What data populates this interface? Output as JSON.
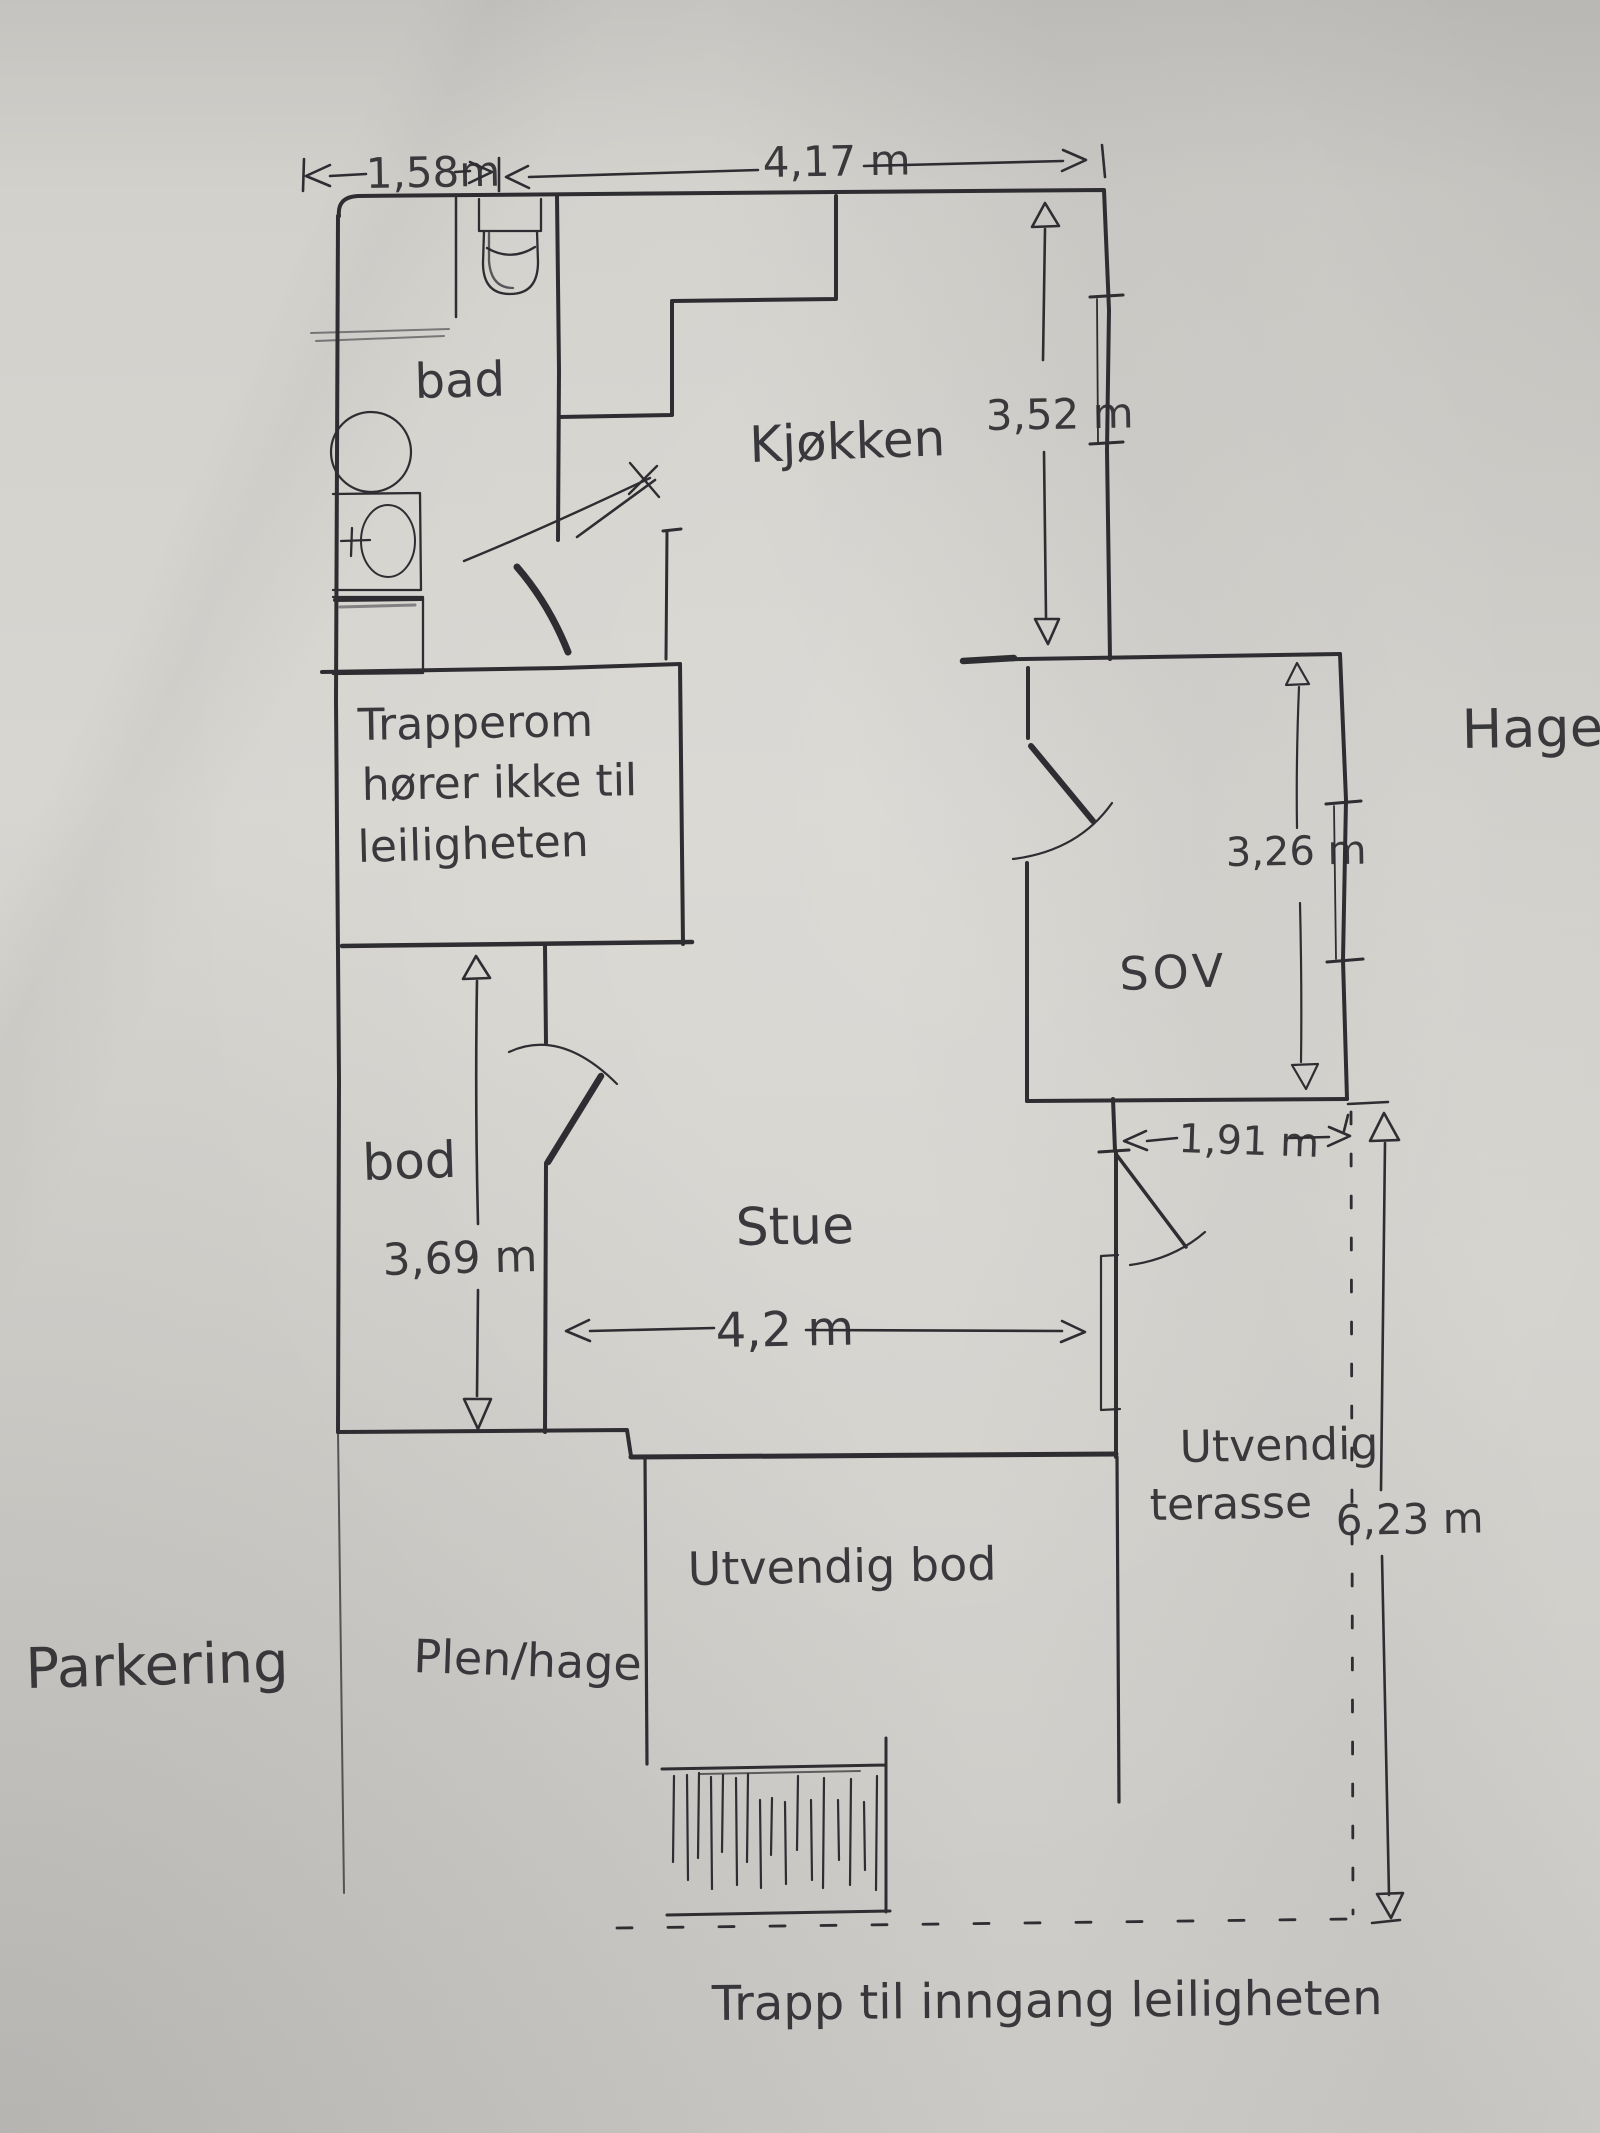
{
  "document_type": "hand-drawn apartment floor plan sketch on paper",
  "colors": {
    "paper": "#d5d3ce",
    "ink": "#2e2d31"
  },
  "labels": {
    "bad": "bad",
    "kjokken": "Kjøkken",
    "trapperom_line1": "Trapperom",
    "trapperom_line2": "hører ikke til",
    "trapperom_line3": "leiligheten",
    "bod": "bod",
    "stue": "Stue",
    "sov": "SOV",
    "hage": "Hage",
    "parkering": "Parkering",
    "plen_hage": "Plen/hage",
    "utvendig_bod": "Utvendig bod",
    "utvendig_terasse_line1": "Utvendig",
    "utvendig_terasse_line2": "terasse",
    "trapp_caption": "Trapp til inngang leiligheten"
  },
  "dimensions": {
    "bad_width": "1,58m",
    "kjokken_width": "4,17 m",
    "kjokken_depth": "3,52 m",
    "sov_depth": "3,26 m",
    "sov_width": "1,91 m",
    "bod_depth": "3,69 m",
    "stue_width": "4,2 m",
    "terasse_depth": "6,23 m"
  }
}
